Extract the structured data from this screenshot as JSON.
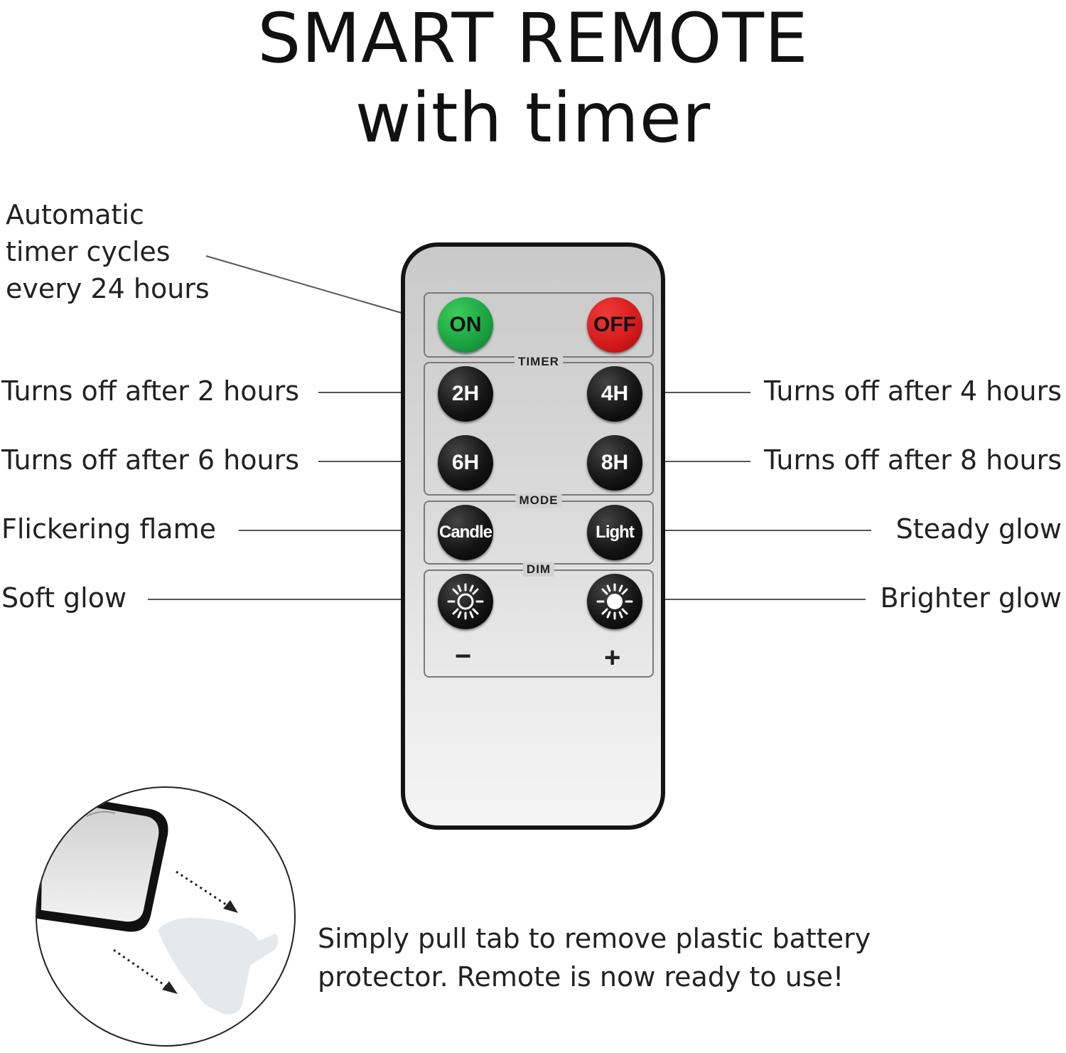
{
  "title": {
    "line1": "SMART REMOTE",
    "line2": "with timer"
  },
  "annotation": {
    "lines": [
      "Automatic",
      "timer cycles",
      "every 24 hours"
    ]
  },
  "labels": {
    "left": {
      "two_h": "Turns off after 2 hours",
      "six_h": "Turns off after 6 hours",
      "candle": "Flickering flame",
      "dim_minus": "Soft glow"
    },
    "right": {
      "four_h": "Turns off after 4 hours",
      "eight_h": "Turns off after 8 hours",
      "light": "Steady glow",
      "dim_plus": "Brighter glow"
    }
  },
  "remote": {
    "groups": {
      "timer": "TIMER",
      "mode": "MODE",
      "dim": "DIM"
    },
    "buttons": {
      "on": "ON",
      "off": "OFF",
      "two_h": "2H",
      "four_h": "4H",
      "six_h": "6H",
      "eight_h": "8H",
      "candle": "Candle",
      "light": "Light"
    },
    "dim_minus_sign": "−",
    "dim_plus_sign": "+"
  },
  "instruction": {
    "line1": "Simply pull tab to remove plastic battery",
    "line2": "protector. Remote is now ready to use!"
  },
  "colors": {
    "on_button": "#1aa140",
    "off_button": "#d21a1a",
    "button": "#151515",
    "remote_body": "#d4d4d4"
  },
  "icons": [
    "sun-outline-icon",
    "sun-filled-icon",
    "arrow-icon"
  ]
}
